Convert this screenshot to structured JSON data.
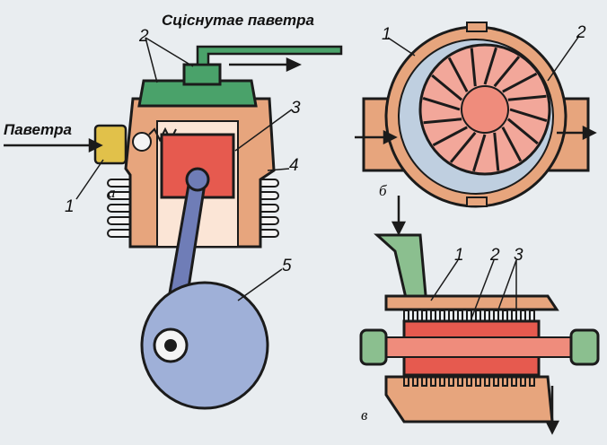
{
  "labels": {
    "compressed_air": "Сціснутае паветра",
    "air": "Паветра",
    "fig_a": "а",
    "fig_b": "б",
    "fig_c": "в"
  },
  "numbers": {
    "a1": "1",
    "a2": "2",
    "a3": "3",
    "a4": "4",
    "a5": "5",
    "b1": "1",
    "b2": "2",
    "c1": "1",
    "c2": "2",
    "c3": "3"
  },
  "colors": {
    "background": "#e9edf0",
    "housing": "#e7a57d",
    "piston": "#e65a4f",
    "rod": "#6f7db7",
    "wheel": "#9fb0d8",
    "head_green": "#4aa26a",
    "filter_yellow": "#e1c14a",
    "impeller": "#f2a79a",
    "water": "#bfcfe0",
    "outline": "#1b1b1b"
  }
}
